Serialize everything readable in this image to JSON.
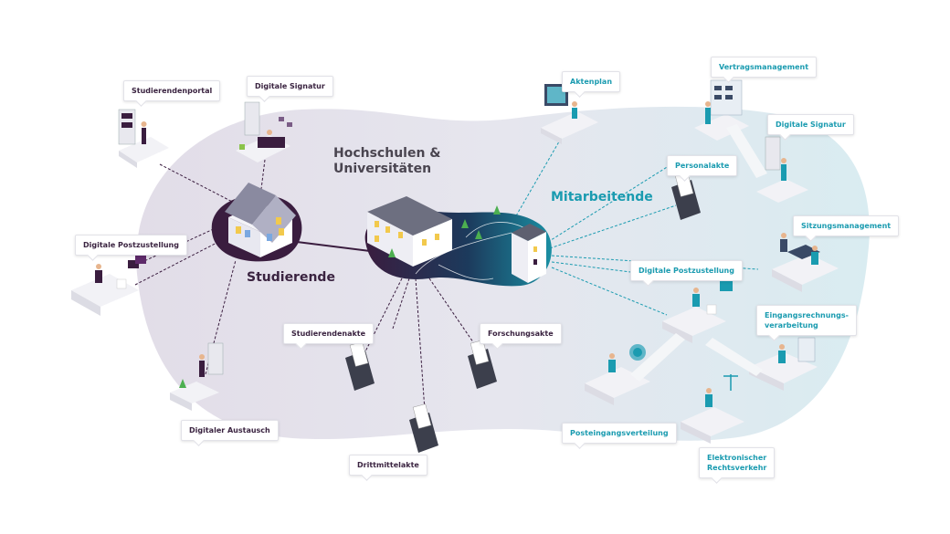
{
  "title": "Hochschulen &\nUniversitäten",
  "group_students": "Studierende",
  "group_staff": "Mitarbeitende",
  "colors": {
    "purple": "#3a1d3f",
    "teal": "#1a9bb0",
    "lilac": "#e4e0ea",
    "mint": "#dcecf2"
  },
  "labels_students": [
    {
      "text": "Studierendenportal"
    },
    {
      "text": "Digitale Signatur"
    },
    {
      "text": "Digitale Postzustellung"
    },
    {
      "text": "Digitaler Austausch"
    }
  ],
  "labels_files": [
    {
      "text": "Studierendenakte"
    },
    {
      "text": "Forschungsakte"
    },
    {
      "text": "Drittmittelakte"
    }
  ],
  "labels_staff": [
    {
      "text": "Aktenplan"
    },
    {
      "text": "Vertragsmanagement"
    },
    {
      "text": "Digitale Signatur"
    },
    {
      "text": "Personalakte"
    },
    {
      "text": "Sitzungsmanagement"
    },
    {
      "text": "Digitale Postzustellung"
    },
    {
      "text": "Eingangsrechnungs-\nverarbeitung"
    },
    {
      "text": "Posteingangsverteilung"
    },
    {
      "text": "Elektronischer\nRechtsverkehr"
    }
  ]
}
